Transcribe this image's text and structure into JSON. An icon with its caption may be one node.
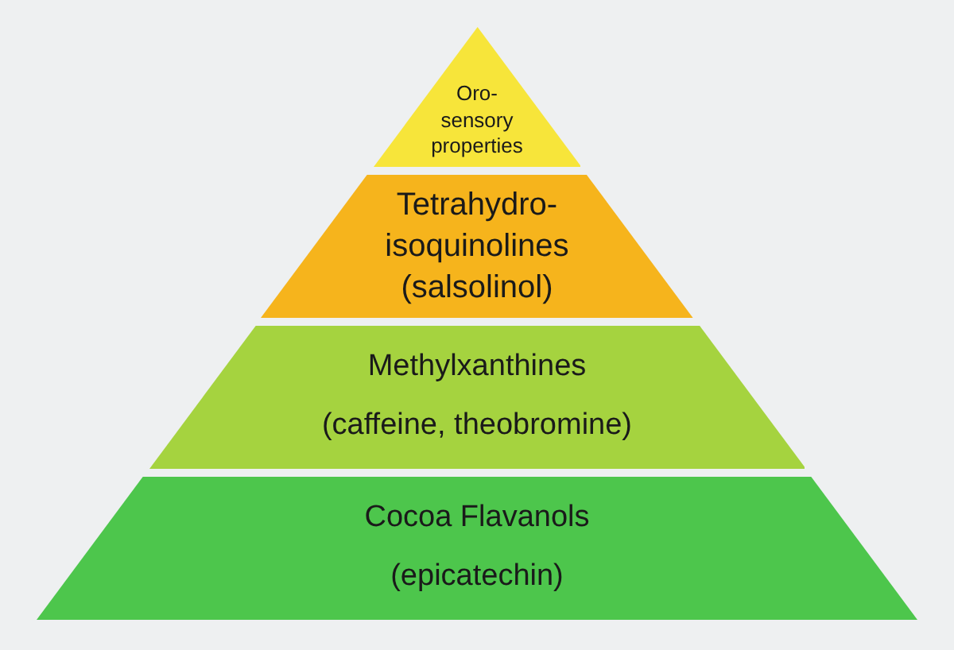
{
  "diagram": {
    "nodes": [
      {
        "text": [
          "Oro-sensory properties"
        ]
      },
      {
        "text": [
          "Tetrahydro-isoquinolines",
          "(salsolinol)"
        ]
      },
      {
        "text": [
          "Methylxanthines",
          "(caffeine, theobromine)"
        ]
      },
      {
        "text": [
          "Cocoa Flavanols",
          "(epicatechin)"
        ]
      }
    ]
  }
}
